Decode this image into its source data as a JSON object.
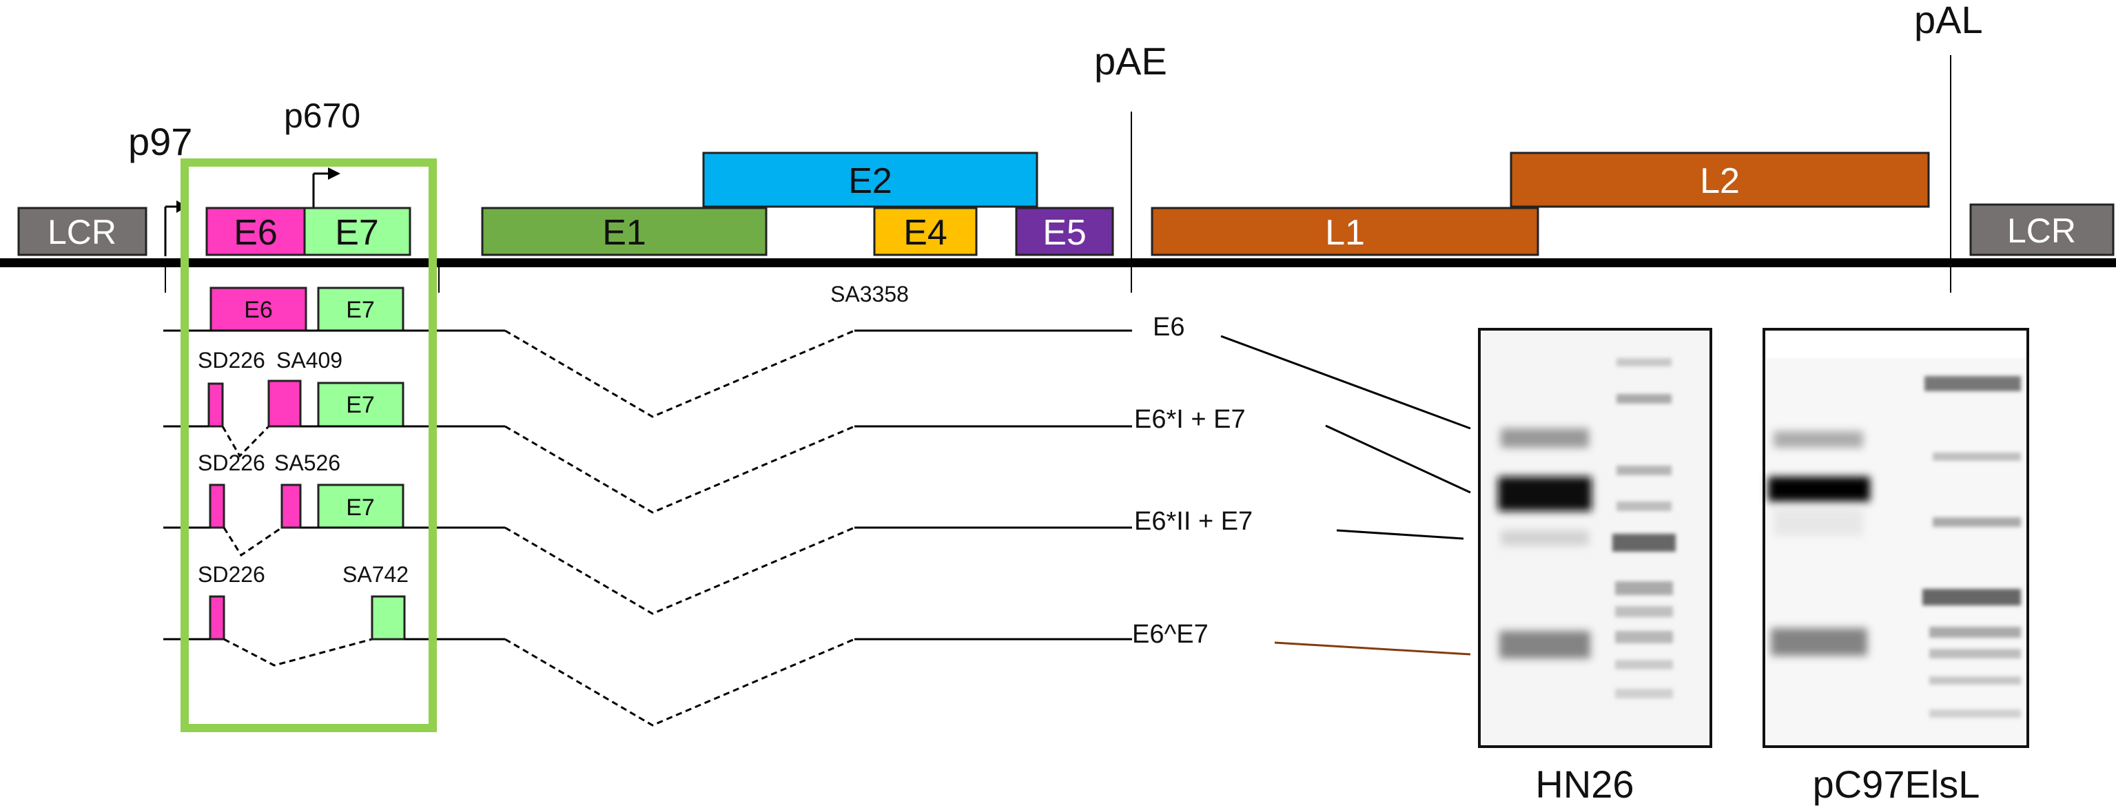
{
  "promoters": {
    "p97": "p97",
    "p670": "p670",
    "pAE": "pAE",
    "pAL": "pAL"
  },
  "genome": {
    "lcr_left": "LCR",
    "lcr_right": "LCR",
    "e6": "E6",
    "e7": "E7",
    "e1": "E1",
    "e2": "E2",
    "e4": "E4",
    "e5": "E5",
    "l1": "L1",
    "l2": "L2",
    "sa3358": "SA3358"
  },
  "transcripts": {
    "t1_e6": "E6",
    "t1_e7": "E7",
    "t2_sd": "SD226",
    "t2_sa": "SA409",
    "t2_e7": "E7",
    "t3_sd": "SD226",
    "t3_sa": "SA526",
    "t3_e7": "E7",
    "t4_sd": "SD226",
    "t4_sa": "SA742"
  },
  "band_labels": {
    "e6": "E6",
    "e6i": "E6*I + E7",
    "e6ii": "E6*II + E7",
    "e6e7": "E6^E7"
  },
  "gels": {
    "left_name": "HN26",
    "right_name": "pC97ElsL"
  },
  "colors": {
    "lcr": "#767171",
    "e6": "#ff3bbf",
    "e7": "#99ff99",
    "e1": "#70ad47",
    "e2": "#00b0f0",
    "e4": "#ffc000",
    "e5": "#7030a0",
    "late": "#c55a11",
    "highlight_box": "#92d050",
    "brown_line": "#843c0c"
  }
}
